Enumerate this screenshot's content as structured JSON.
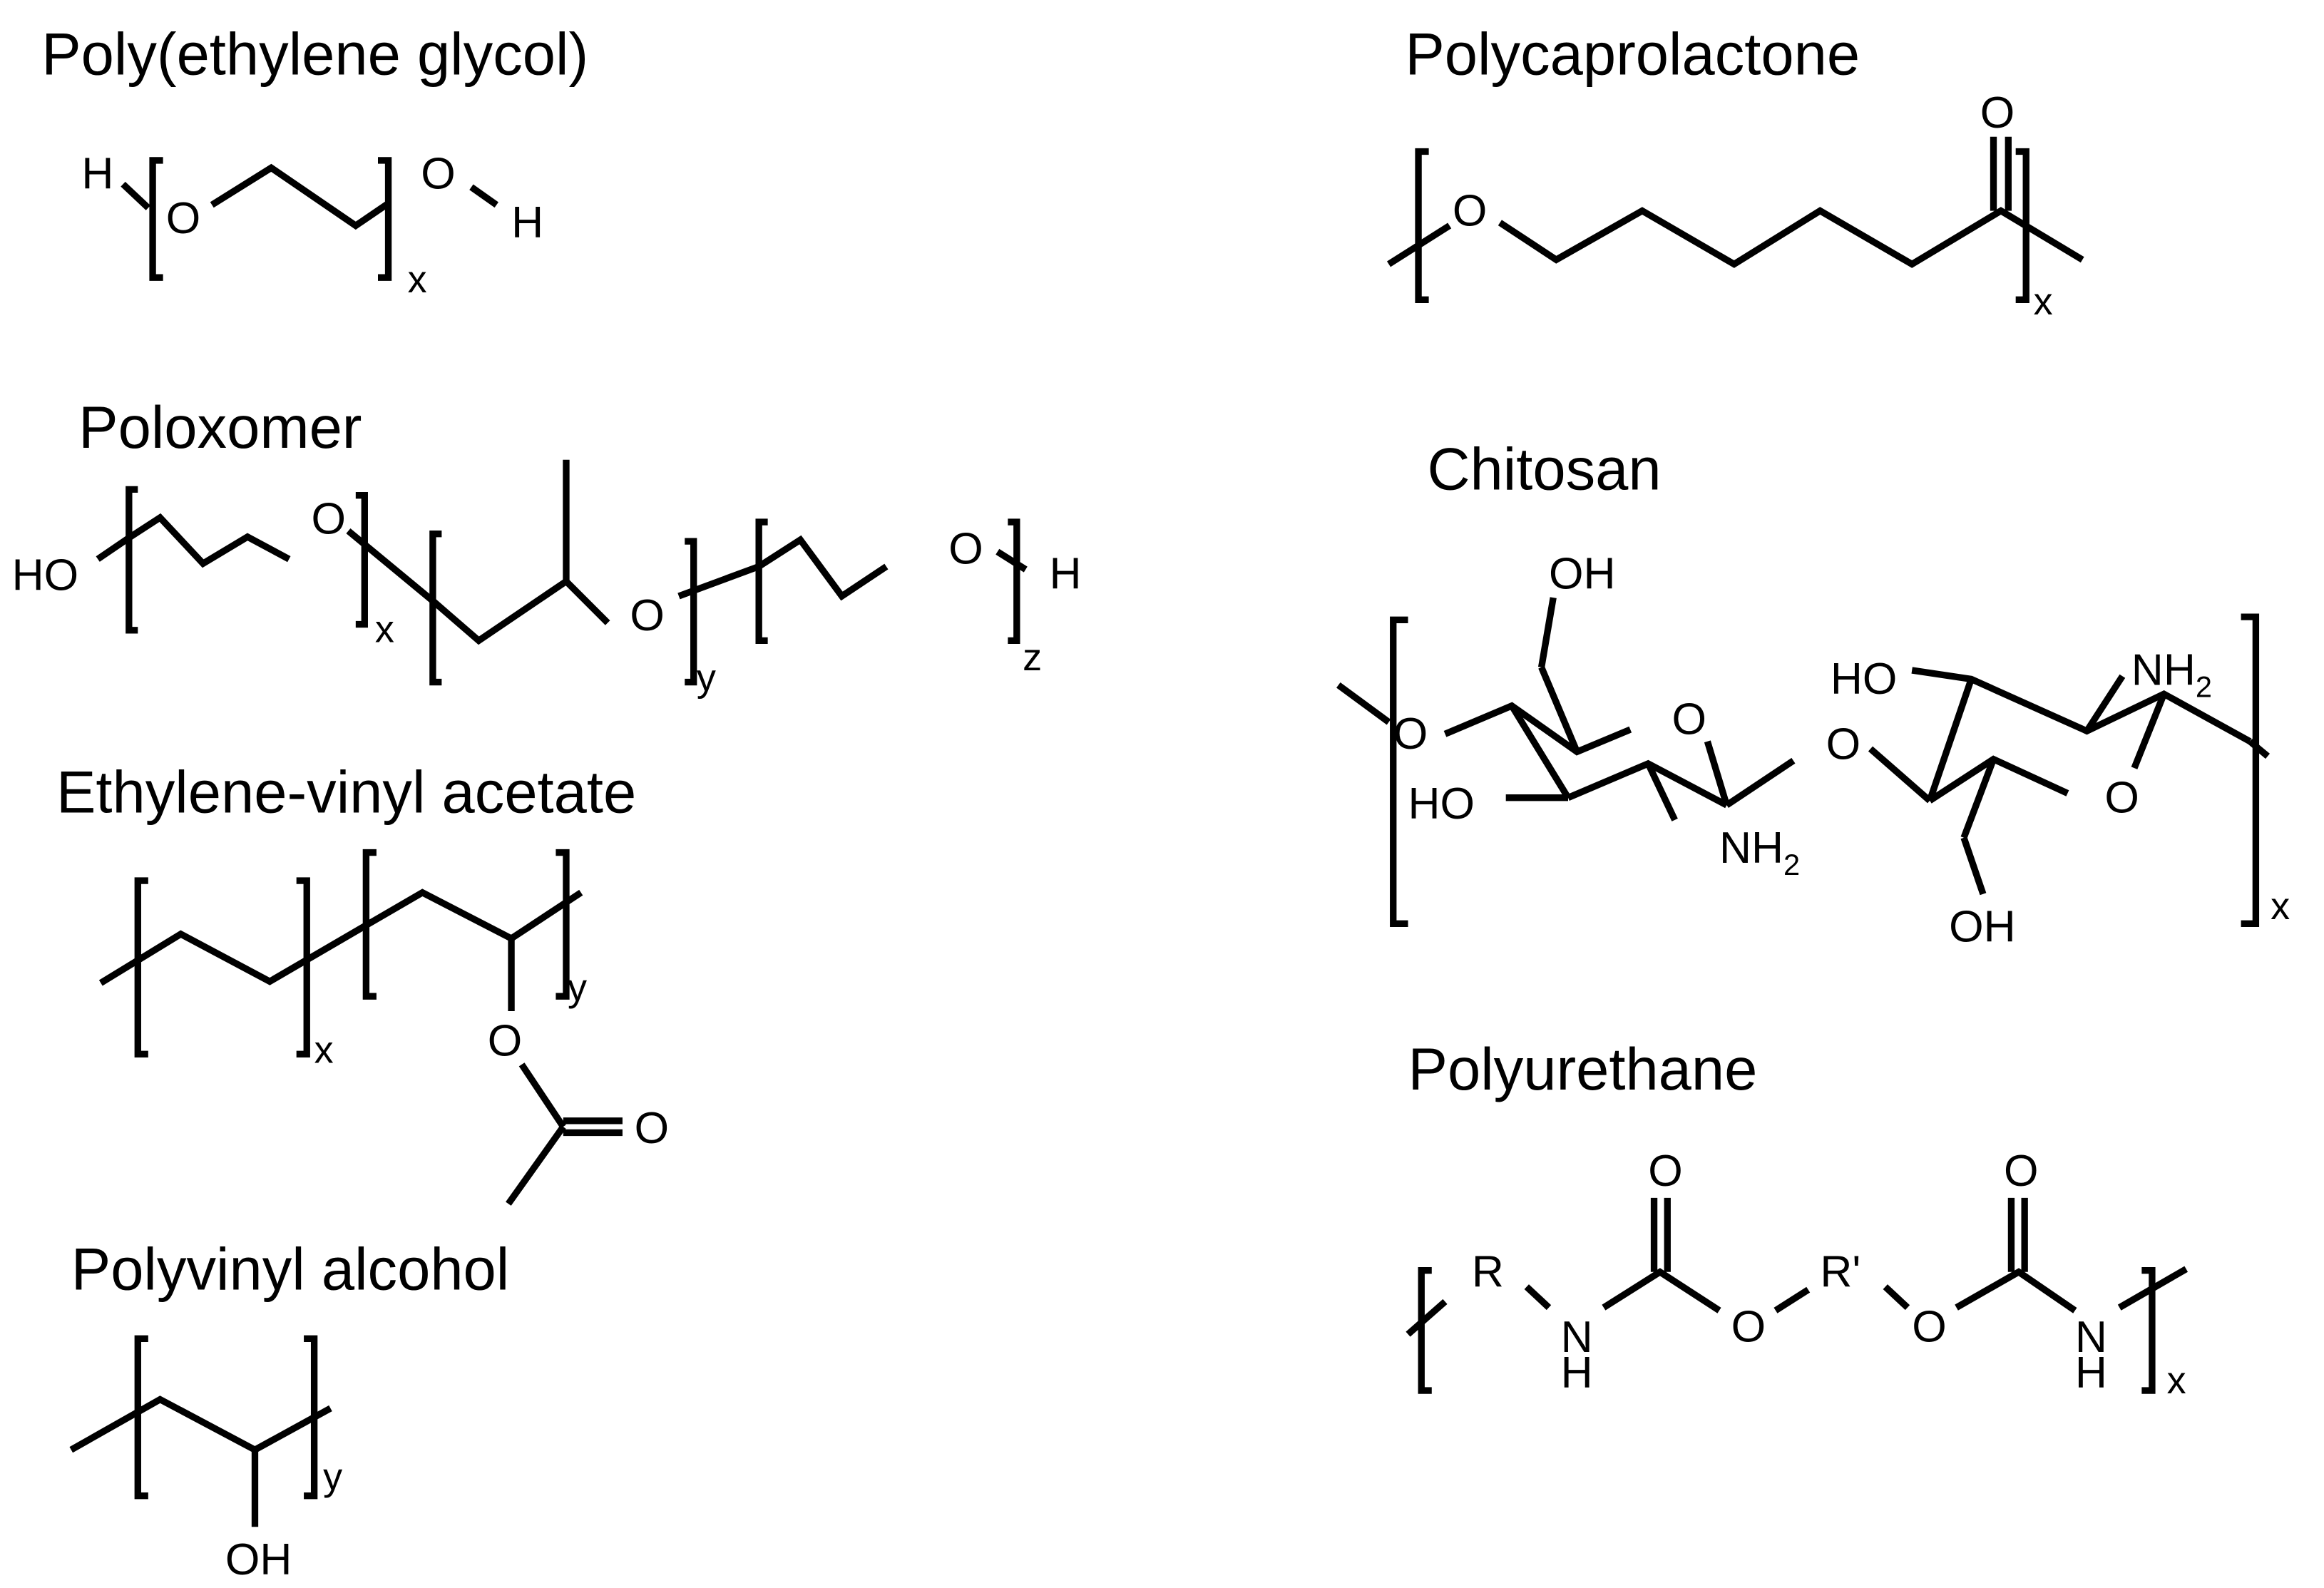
{
  "figure": {
    "background": "#ffffff",
    "ink": "#000000"
  },
  "polymers": {
    "peg": {
      "title": "Poly(ethylene glycol)",
      "atoms": {
        "h1": "H",
        "o1": "O",
        "o2": "O",
        "h2": "H"
      },
      "repeat": "x"
    },
    "poloxomer": {
      "title": "Poloxomer",
      "atoms": {
        "ho": "HO",
        "o1": "O",
        "o2": "O",
        "o3": "O",
        "h": "H"
      },
      "repeats": {
        "a": "x",
        "b": "y",
        "c": "z"
      }
    },
    "eva": {
      "title": "Ethylene-vinyl acetate",
      "atoms": {
        "o1": "O",
        "o2": "O"
      },
      "repeats": {
        "a": "x",
        "b": "y"
      }
    },
    "pva": {
      "title": "Polyvinyl alcohol",
      "atoms": {
        "oh": "OH"
      },
      "repeat": "y"
    },
    "pcl": {
      "title": "Polycaprolactone",
      "atoms": {
        "o1": "O",
        "o2": "O"
      },
      "repeat": "x"
    },
    "chitosan": {
      "title": "Chitosan",
      "atoms": {
        "oh_top": "OH",
        "o_left": "O",
        "o_ring1": "O",
        "ho_left": "HO",
        "nh2_a": "NH",
        "nh2_a_sub": "2",
        "o_bridge": "O",
        "ho_right": "HO",
        "nh2_b": "NH",
        "nh2_b_sub": "2",
        "o_ring2": "O",
        "oh_bottom": "OH"
      },
      "repeat": "x"
    },
    "polyurethane": {
      "title": "Polyurethane",
      "atoms": {
        "r": "R",
        "n1": "N",
        "h1": "H",
        "o_top1": "O",
        "o1": "O",
        "r2": "R'",
        "o2": "O",
        "o_top2": "O",
        "n2": "N",
        "h2": "H"
      },
      "repeat": "x"
    }
  }
}
